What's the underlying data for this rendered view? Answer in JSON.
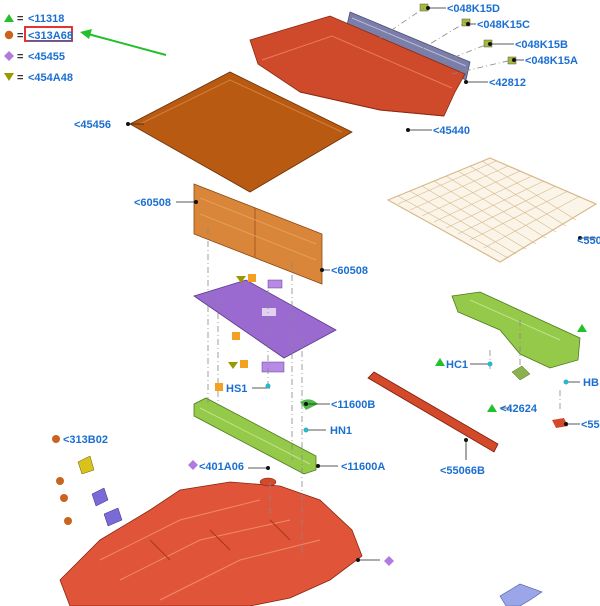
{
  "legend": [
    {
      "symbol": "triangle",
      "color": "#22c02a",
      "code": "<11318"
    },
    {
      "symbol": "circle",
      "color": "#c8641e",
      "code": "<313A68",
      "highlighted": true
    },
    {
      "symbol": "diamond",
      "color": "#b07ae0",
      "code": "<45455"
    },
    {
      "symbol": "triangle-down",
      "color": "#9a9a00",
      "code": "<454A48"
    }
  ],
  "legend_eq": "=",
  "colors": {
    "label": "#1b6fd1",
    "highlight": "#e0201a",
    "arrow": "#22c02a",
    "cargo_cover": "#cf4a2a",
    "roller_blind": "#7a7ea8",
    "load_floor": "#b85a12",
    "panel_orange": "#d9853a",
    "panel_purple": "#9a6ad0",
    "panel_green": "#94c94a",
    "floor_red": "#e0553a",
    "net": "#d8b88a"
  },
  "labels": {
    "k15d": "<048K15D",
    "k15c": "<048K15C",
    "k15b": "<048K15B",
    "k15a": "<048K15A",
    "p42812": "<42812",
    "p45440": "<45440",
    "p45456": "<45456",
    "p60508a": "<60508",
    "p60508b": "<60508",
    "p550": "<550",
    "hs1": "HS1",
    "p11600b": "<11600B",
    "hn1": "HN1",
    "p11600a": "<11600A",
    "p401a06": "<401A06",
    "p313b02": "<313B02",
    "hc1": "HC1",
    "p42624": "<42624",
    "hb": "HB",
    "p55": "<55",
    "p55066b": "<55066B"
  }
}
